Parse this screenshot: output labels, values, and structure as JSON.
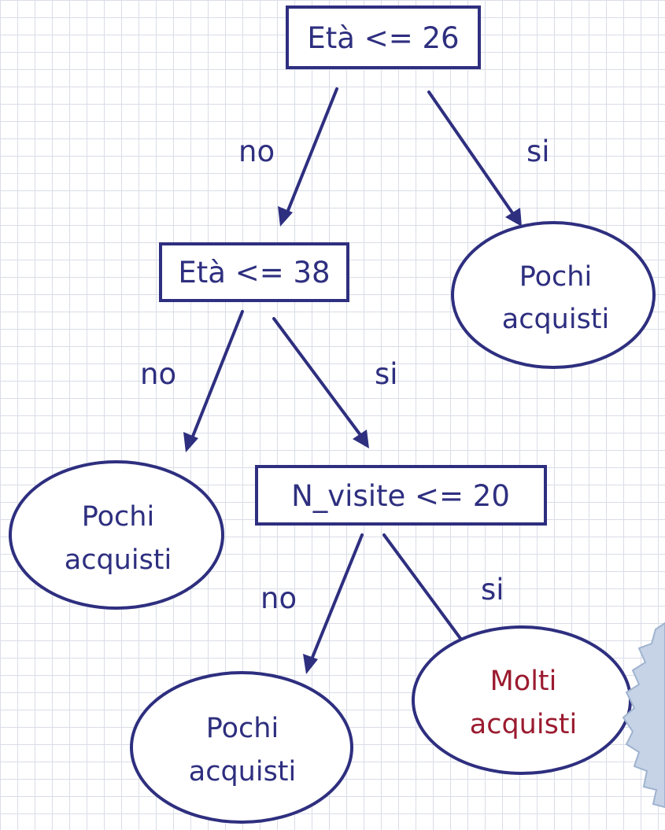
{
  "nodes": {
    "root": {
      "label": "Età <= 26"
    },
    "mid": {
      "label": "Età <= 38"
    },
    "visit": {
      "label": "N_visite <= 20"
    }
  },
  "leaves": {
    "right_top": {
      "line1": "Pochi",
      "line2": "acquisti"
    },
    "left_mid": {
      "line1": "Pochi",
      "line2": "acquisti"
    },
    "bottom_left": {
      "line1": "Pochi",
      "line2": "acquisti"
    },
    "bottom_right": {
      "line1": "Molti",
      "line2": "acquisti",
      "color": "#9b1b30"
    }
  },
  "edges": {
    "root_no": "no",
    "root_si": "si",
    "mid_no": "no",
    "mid_si": "si",
    "visit_no": "no",
    "visit_si": "si"
  },
  "colors": {
    "stroke": "#2e2f7f",
    "highlight": "#9b1b30",
    "grid": "#dadde8"
  },
  "icons": {
    "corner_decoration": "gear-icon"
  }
}
